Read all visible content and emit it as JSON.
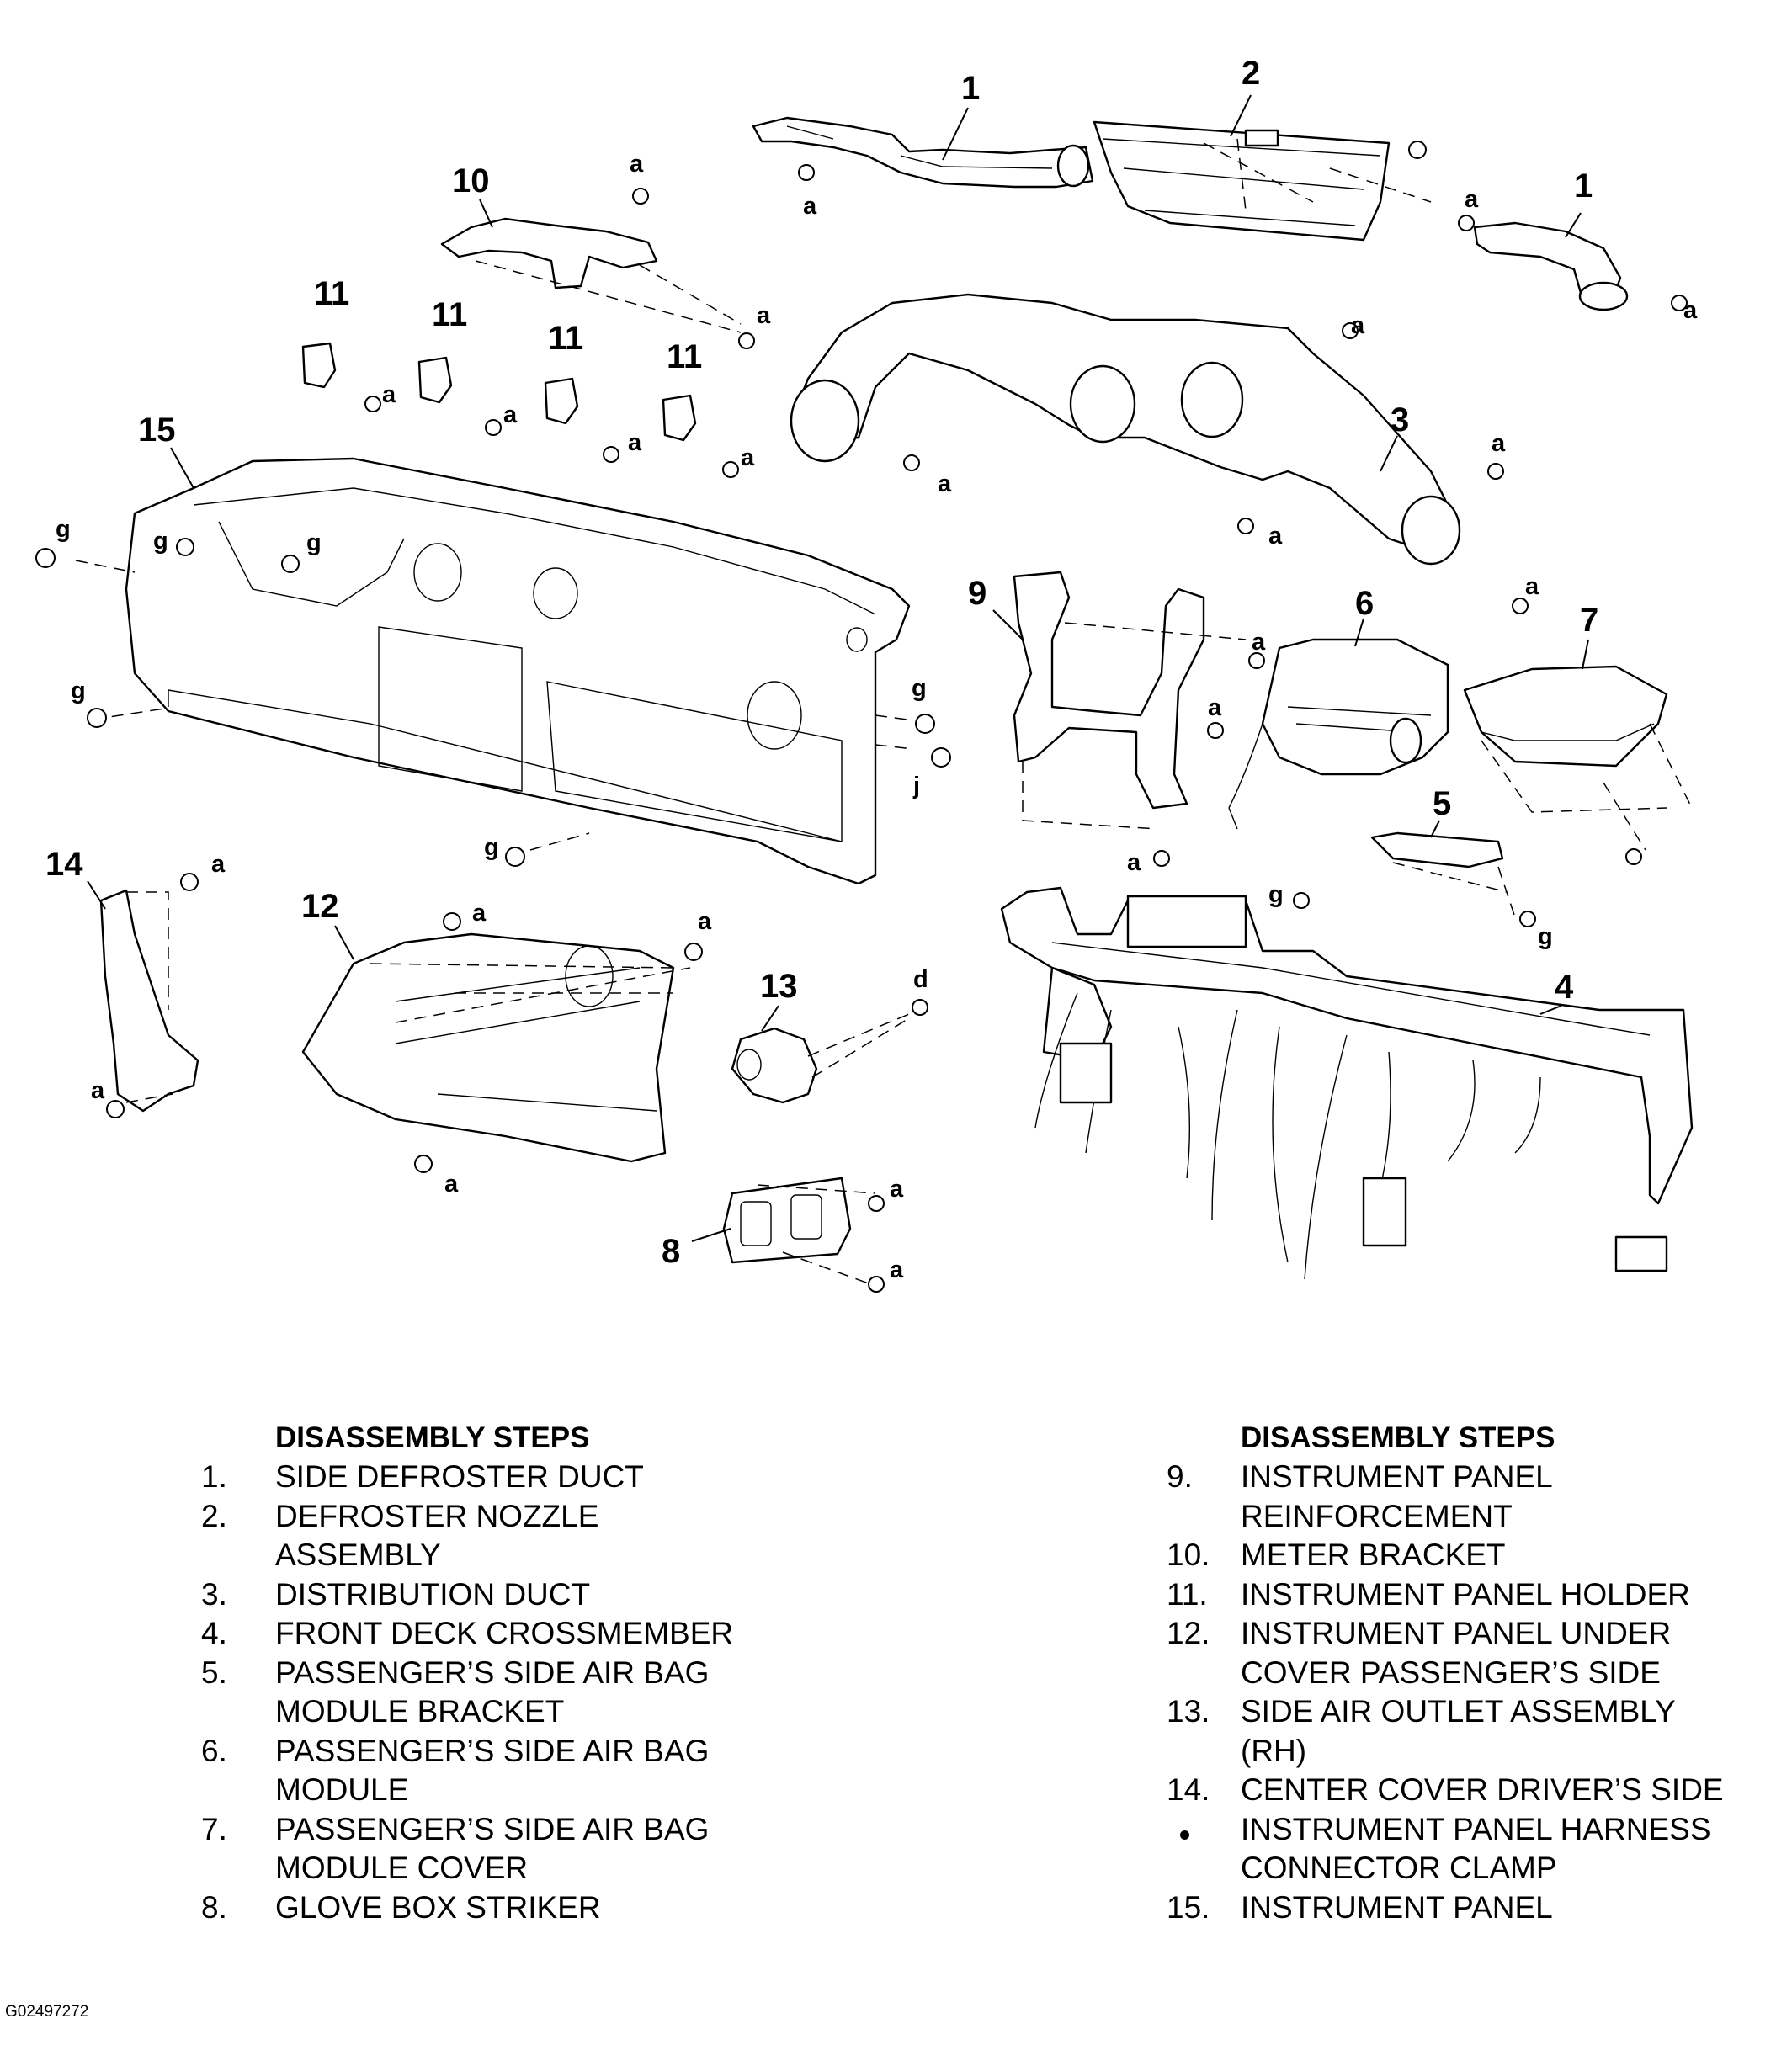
{
  "figure_id": "G02497272",
  "callouts": {
    "c1a": "1",
    "c1b": "1",
    "c2": "2",
    "c3": "3",
    "c4": "4",
    "c5": "5",
    "c6": "6",
    "c7": "7",
    "c8": "8",
    "c9": "9",
    "c10": "10",
    "c11a": "11",
    "c11b": "11",
    "c11c": "11",
    "c11d": "11",
    "c12": "12",
    "c13": "13",
    "c14": "14",
    "c15": "15"
  },
  "fasteners": {
    "a": "a",
    "d": "d",
    "g": "g",
    "j": "j"
  },
  "legend_left": {
    "heading": "DISASSEMBLY STEPS",
    "steps": [
      {
        "num": "1.",
        "lines": [
          "SIDE DEFROSTER DUCT"
        ]
      },
      {
        "num": "2.",
        "lines": [
          "DEFROSTER NOZZLE",
          "ASSEMBLY"
        ]
      },
      {
        "num": "3.",
        "lines": [
          "DISTRIBUTION DUCT"
        ]
      },
      {
        "num": "4.",
        "lines": [
          "FRONT DECK CROSSMEMBER"
        ]
      },
      {
        "num": "5.",
        "lines": [
          "PASSENGER’S SIDE AIR BAG",
          "MODULE BRACKET"
        ]
      },
      {
        "num": "6.",
        "lines": [
          "PASSENGER’S SIDE AIR BAG",
          "MODULE"
        ]
      },
      {
        "num": "7.",
        "lines": [
          "PASSENGER’S SIDE AIR BAG",
          "MODULE COVER"
        ]
      },
      {
        "num": "8.",
        "lines": [
          "GLOVE BOX STRIKER"
        ]
      }
    ]
  },
  "legend_right": {
    "heading": "DISASSEMBLY STEPS",
    "steps": [
      {
        "num": "9.",
        "lines": [
          "INSTRUMENT PANEL",
          "REINFORCEMENT"
        ]
      },
      {
        "num": "10.",
        "lines": [
          "METER BRACKET"
        ]
      },
      {
        "num": "11.",
        "lines": [
          "INSTRUMENT PANEL HOLDER"
        ]
      },
      {
        "num": "12.",
        "lines": [
          "INSTRUMENT PANEL UNDER",
          "COVER PASSENGER’S SIDE"
        ]
      },
      {
        "num": "13.",
        "lines": [
          "SIDE AIR OUTLET ASSEMBLY",
          "(RH)"
        ]
      },
      {
        "num": "14.",
        "lines": [
          "CENTER COVER DRIVER’S SIDE"
        ]
      },
      {
        "num": "",
        "bullet": true,
        "lines": [
          "INSTRUMENT PANEL HARNESS",
          "CONNECTOR CLAMP"
        ]
      },
      {
        "num": "15.",
        "lines": [
          "INSTRUMENT PANEL"
        ]
      }
    ]
  }
}
